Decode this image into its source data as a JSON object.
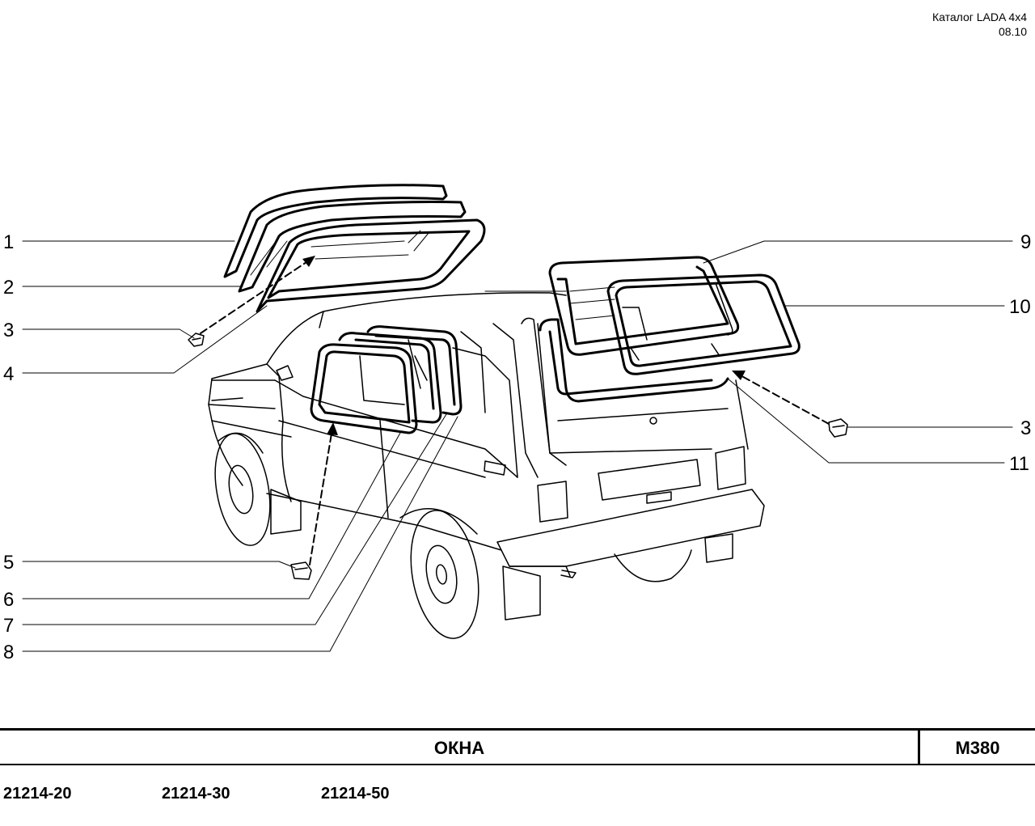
{
  "header": {
    "catalog": "Каталог  LADA  4x4",
    "date": "08.10"
  },
  "callouts": {
    "left": [
      "1",
      "2",
      "3",
      "4",
      "5",
      "6",
      "7",
      "8"
    ],
    "right": [
      "9",
      "10",
      "3",
      "11"
    ]
  },
  "footer": {
    "title": "ОКНА",
    "code": "М380",
    "models": [
      "21214-20",
      "21214-30",
      "21214-50"
    ]
  },
  "colors": {
    "ink": "#000000",
    "paper": "#ffffff"
  }
}
